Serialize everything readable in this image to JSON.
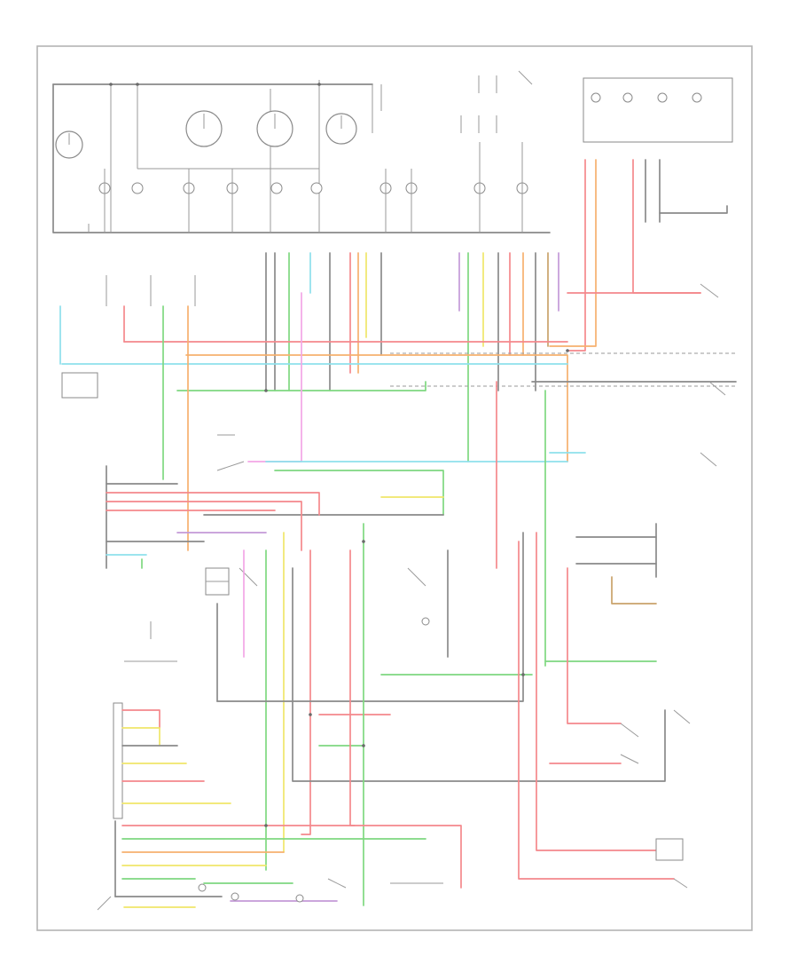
{
  "diagram": {
    "colors": {
      "frame": "#b4b4b4",
      "black": "#8a8a8a",
      "red": "#f4888c",
      "orange": "#f6b06e",
      "green": "#7fd880",
      "light_blue": "#8ee0ec",
      "yellow": "#f0e66a",
      "pink": "#f2a6e6",
      "tan": "#c9a26b",
      "purple": "#c49ad8",
      "text": "#6a6a6a"
    },
    "icons": [
      "gauge-icon",
      "bulb-icon",
      "switch-icon",
      "sensor-icon",
      "ground-icon"
    ],
    "components": {
      "cluster_gauges": 4,
      "indicator_bulbs": 14,
      "legend_lamps": 4
    }
  }
}
